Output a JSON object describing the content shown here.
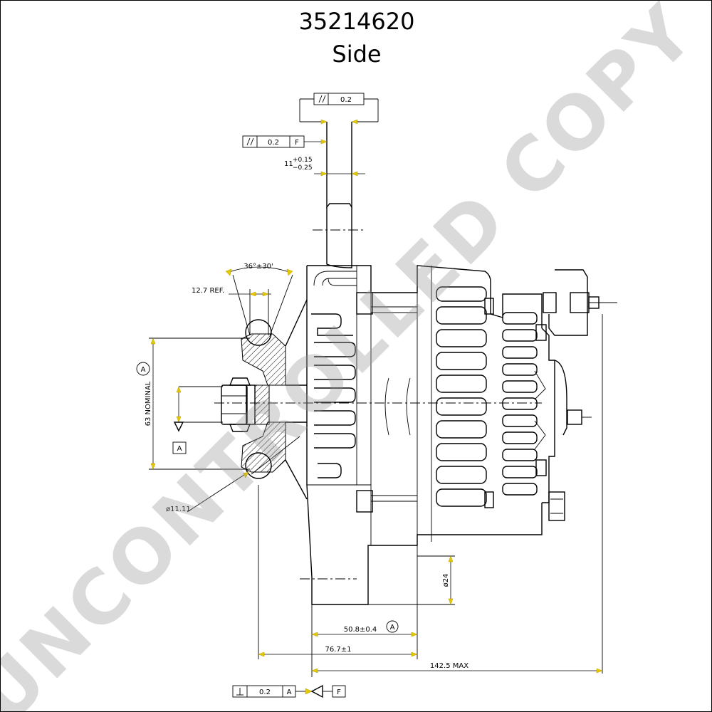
{
  "header": {
    "part_number": "35214620",
    "view": "Side"
  },
  "watermark": "UNCONTROLLED COPY",
  "dimensions": {
    "top_parallelism_value": "0.2",
    "mount_parallelism_value": "0.2",
    "mount_parallelism_datum": "F",
    "mount_width_nominal": "11",
    "mount_width_tol_upper": "+0.15",
    "mount_width_tol_lower": "−0.25",
    "groove_angle": "36°±30'",
    "groove_ref": "12.7 REF.",
    "datum_a_label": "A",
    "pulley_nominal": "63 NOMINAL",
    "datum_a_box": "A",
    "ball_diameter": "ø11.11",
    "boss_diameter": "ø24",
    "dim_50_8": "50.8±0.4",
    "dim_50_8_datum": "A",
    "dim_76_7": "76.7±1",
    "dim_142_5": "142.5 MAX",
    "perp_value": "0.2",
    "perp_datum": "A",
    "datum_f_box": "F"
  },
  "colors": {
    "arrow": "#e6c800",
    "watermark": "#969696"
  }
}
